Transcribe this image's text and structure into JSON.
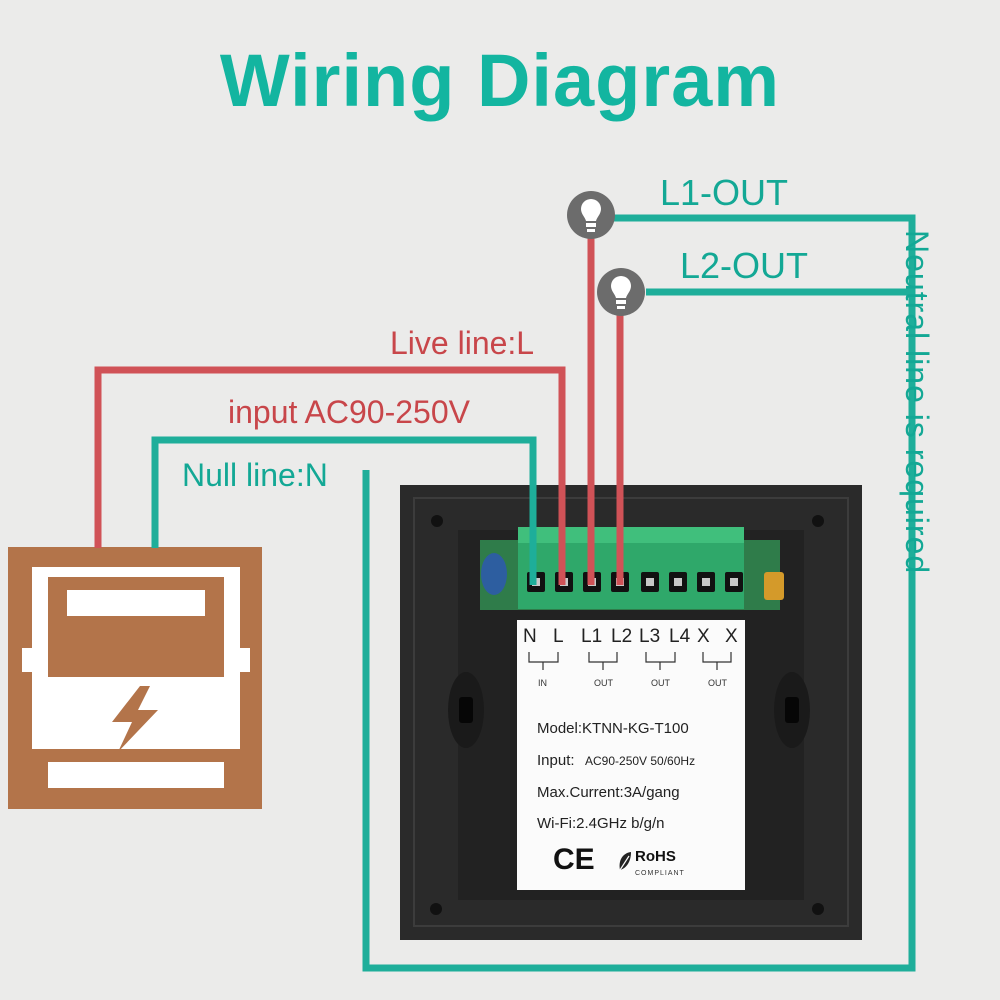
{
  "title": "Wiring Diagram",
  "labels": {
    "live_line": "Live line:L",
    "input": "input AC90-250V",
    "null_line": "Null line:N",
    "l1_out": "L1-OUT",
    "l2_out": "L2-OUT",
    "neutral_note": "Neutral line is required"
  },
  "terminals": [
    "N",
    "L",
    "L1",
    "L2",
    "L3",
    "L4",
    "X",
    "X"
  ],
  "terminal_groups": [
    "IN",
    "OUT",
    "OUT",
    "OUT"
  ],
  "spec": {
    "model": "Model:KTNN-KG-T100",
    "input_label": "Input:",
    "input_value": "AC90-250V 50/60Hz",
    "current": "Max.Current:3A/gang",
    "wifi": "Wi-Fi:2.4GHz b/g/n",
    "ce": "CE",
    "rohs": "RoHS",
    "rohs_sub": "COMPLIANT"
  },
  "colors": {
    "live_wire": "#d05257",
    "neutral_wire": "#1eae9a",
    "title": "#13b5a0",
    "meter": "#b3744a",
    "switch_body": "#2a2a2a",
    "terminal_block": "#2fa86a"
  },
  "icons": [
    "electric-meter-icon",
    "lightning-bolt-icon",
    "light-bulb-icon",
    "ce-mark-icon",
    "rohs-leaf-icon"
  ]
}
